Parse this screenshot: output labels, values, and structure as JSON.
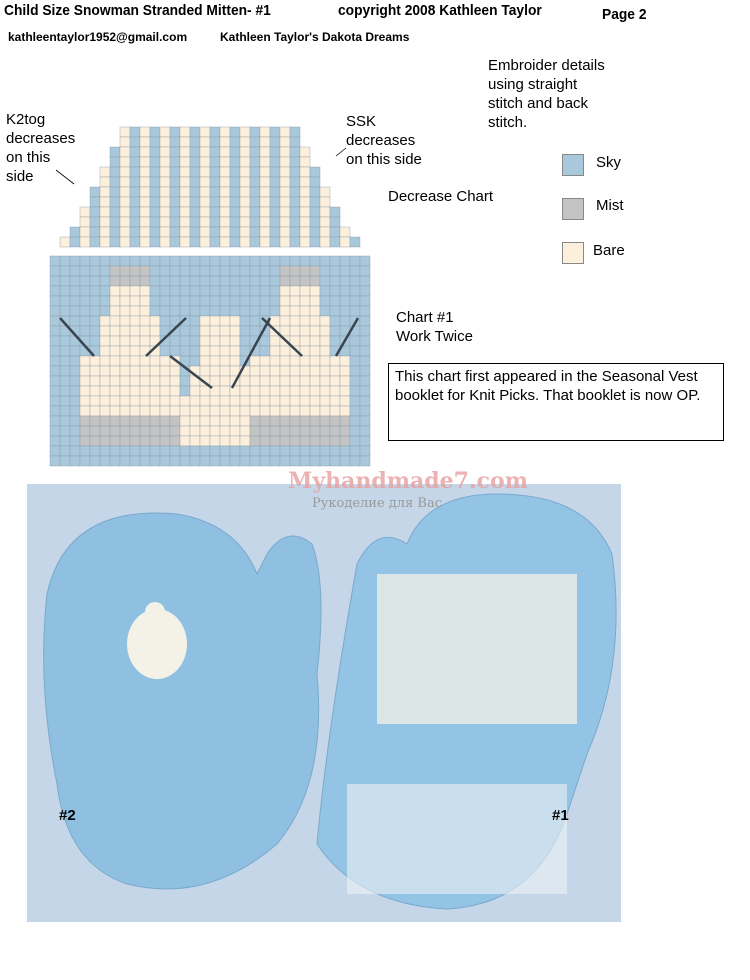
{
  "header": {
    "title": "Child Size Snowman Stranded Mitten-  #1",
    "copyright": "copyright 2008 Kathleen Taylor",
    "page": "Page 2",
    "email": "kathleentaylor1952@gmail.com",
    "blog": "Kathleen Taylor's Dakota Dreams"
  },
  "annotations": {
    "k2tog": [
      "K2tog",
      "decreases",
      "on this",
      "side"
    ],
    "ssk": [
      "SSK",
      "decreases",
      "on this side"
    ],
    "embroider": [
      "Embroider details",
      "using straight",
      "stitch and back",
      "stitch."
    ],
    "decrease_chart": "Decrease Chart",
    "chart1": [
      "Chart #1",
      "Work Twice"
    ]
  },
  "legend": [
    {
      "label": "Sky",
      "color": "#a9c8dc"
    },
    {
      "label": "Mist",
      "color": "#c4c4c4"
    },
    {
      "label": "Bare",
      "color": "#fcf0dc"
    }
  ],
  "note": "This chart first appeared in the Seasonal Vest booklet for Knit Picks. That booklet is now OP.",
  "watermark": {
    "site": "Myhandmade7.com",
    "tagline": "Рукоделие для Вас"
  },
  "photo": {
    "label2": "#2",
    "label1": "#1"
  }
}
